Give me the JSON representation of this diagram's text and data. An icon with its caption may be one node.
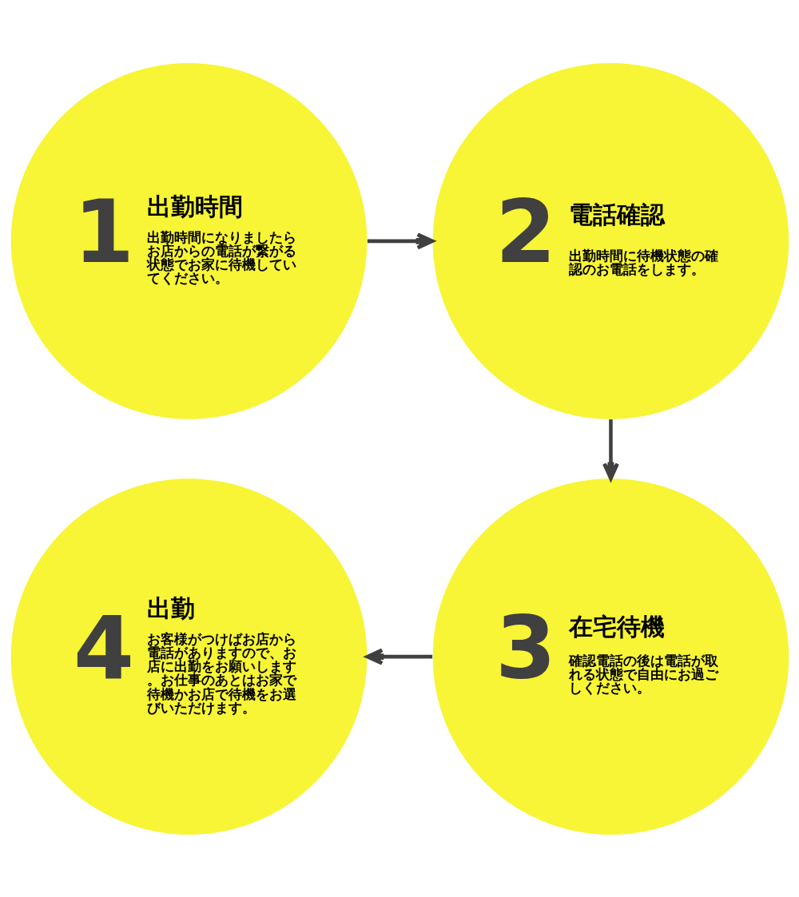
{
  "diagram": {
    "nodes": [
      {
        "text": [
          "1",
          "出勤時間",
          "出勤時間になりましたらお店からの電話が繋がる状態でお家に待機していてください。"
        ]
      },
      {
        "text": [
          "2",
          "電話確認",
          "出勤時間に待機状態の確認のお電話をします。"
        ]
      },
      {
        "text": [
          "3",
          "在宅待機",
          "確認電話の後は電話が取れる状態で自由にお過ごしください。"
        ]
      },
      {
        "text": [
          "4",
          "出勤",
          "お客様がつけばお店から電話がありますので、お店に出勤をお願いします。お仕事のあとはお家で待機かお店で待機をお選びいただけます。"
        ]
      }
    ],
    "edges": [
      {
        "from": 0,
        "to": 1,
        "arrow": "to"
      },
      {
        "from": 1,
        "to": 2,
        "arrow": "to"
      },
      {
        "from": 2,
        "to": 3,
        "arrow": "to"
      }
    ]
  }
}
